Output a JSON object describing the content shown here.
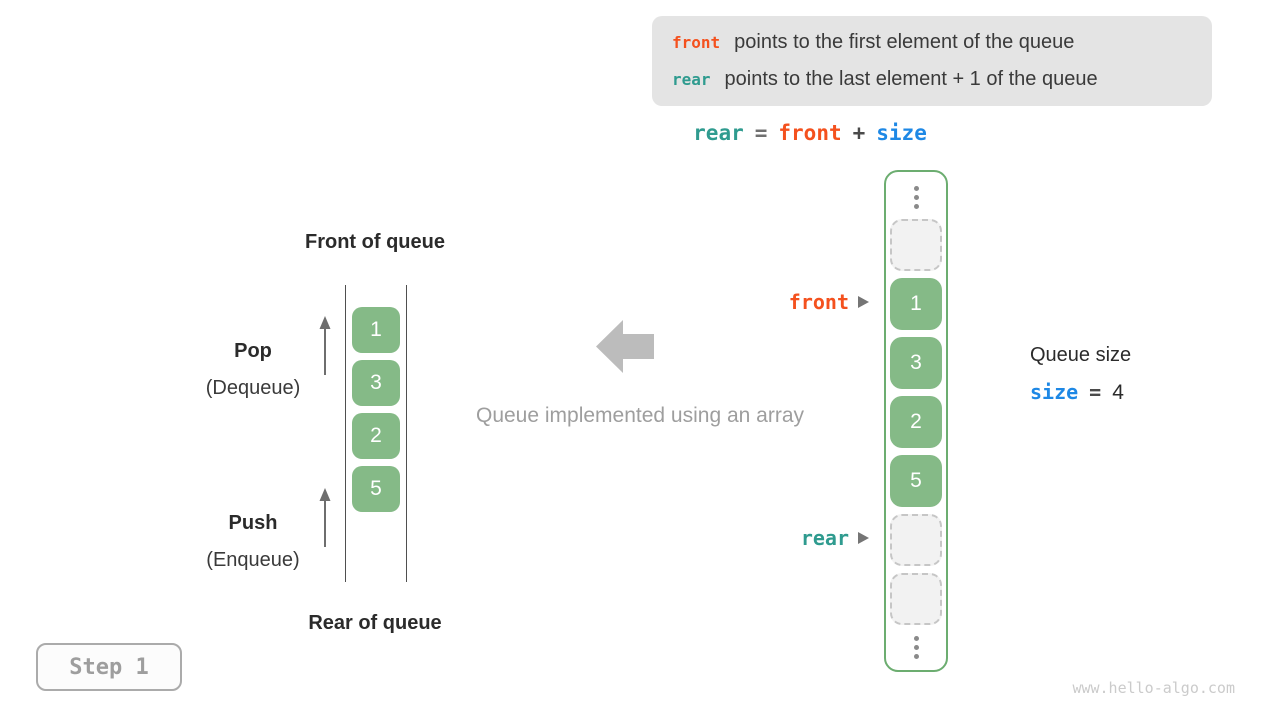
{
  "colors": {
    "accent_orange": "#f4511e",
    "accent_teal": "#2f9b8f",
    "accent_blue": "#1e88e5",
    "cell_green": "#85ba87",
    "array_border_green": "#6cad70",
    "legend_background": "#e4e4e4",
    "muted_gray_text": "#9e9e9e",
    "block_arrow_gray": "#bcbcbc"
  },
  "legend": {
    "lines": [
      {
        "code": "front",
        "text": "points to the first element of the queue"
      },
      {
        "code": "rear",
        "text": "points to the last element + 1 of the queue"
      }
    ]
  },
  "formula": {
    "tokens": [
      "rear",
      "=",
      "front",
      "+",
      "size"
    ]
  },
  "left_diagram": {
    "top_label": "Front of queue",
    "bottom_label": "Rear of queue",
    "cells": [
      "1",
      "3",
      "2",
      "5"
    ],
    "pop": {
      "title": "Pop",
      "subtitle": "(Dequeue)"
    },
    "push": {
      "title": "Push",
      "subtitle": "(Enqueue)"
    }
  },
  "center": {
    "caption": "Queue implemented using an array"
  },
  "right_array": {
    "front_label": "front",
    "rear_label": "rear",
    "cells": [
      {
        "type": "ellipsis"
      },
      {
        "type": "empty"
      },
      {
        "type": "value",
        "value": "1"
      },
      {
        "type": "value",
        "value": "3"
      },
      {
        "type": "value",
        "value": "2"
      },
      {
        "type": "value",
        "value": "5"
      },
      {
        "type": "empty"
      },
      {
        "type": "empty"
      },
      {
        "type": "ellipsis"
      }
    ]
  },
  "queue_size": {
    "label": "Queue size",
    "code": "size",
    "equals": "=",
    "value": "4"
  },
  "step_badge": {
    "label": "Step 1"
  },
  "watermark": "www.hello-algo.com"
}
